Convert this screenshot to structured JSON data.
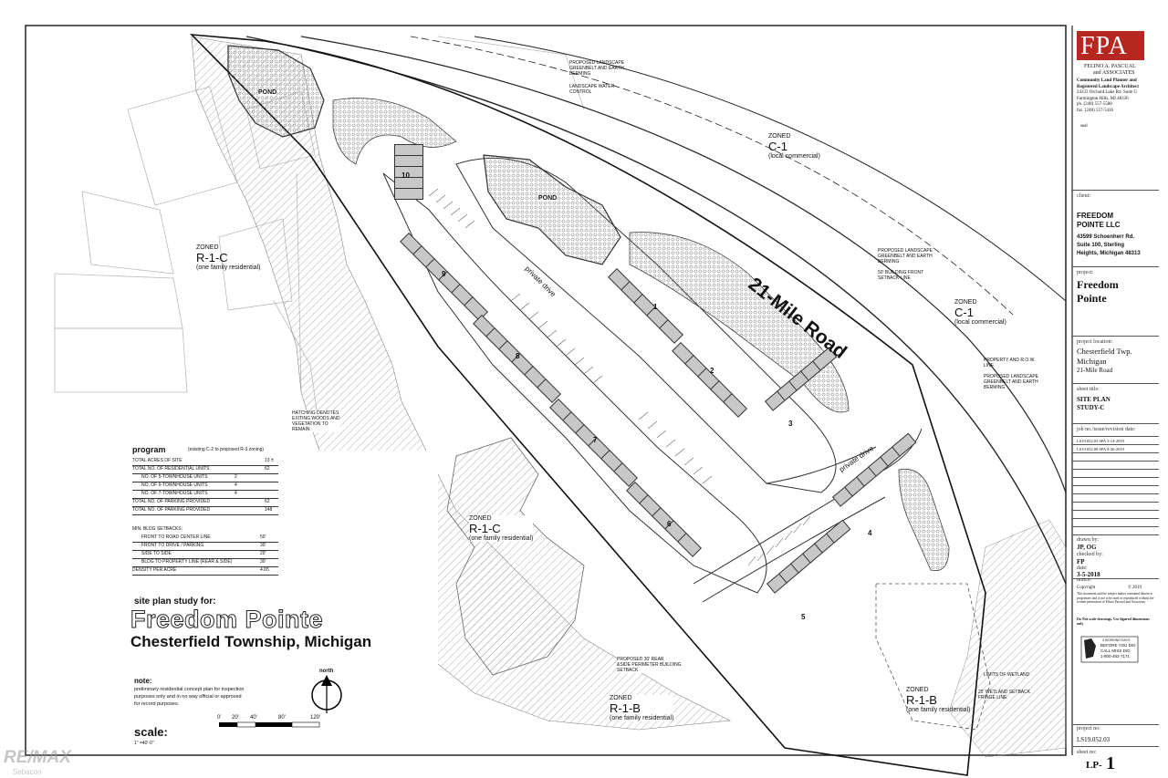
{
  "firm": {
    "logo_letters": "FPA",
    "name": "FELINO A. PASCUAL",
    "name2": "and ASSOCIATES",
    "desc1": "Community Land Planner and",
    "desc2": "Registered Landscape Architect",
    "address1": "24333 Orchard Lake Rd. Suite G",
    "address2": "Farmington Hills, MI 48336",
    "phone": "ph. (248) 557-5588",
    "fax": "fax. (248) 557-5416",
    "seal": "seal"
  },
  "client": {
    "label": "client:",
    "name": "FREEDOM",
    "name2": "POINTE LLC",
    "addr1": "43599 Schoenherr Rd.",
    "addr2": "Suite 100, Sterling",
    "addr3": "Heights, Michigan 48313"
  },
  "project": {
    "label": "project:",
    "name": "Freedom",
    "name2": "Pointe",
    "location_label": "project location:",
    "loc1": "Chesterfield Twp.",
    "loc2": "Michigan",
    "loc3": "21-Mile Road"
  },
  "sheet": {
    "title_label": "sheet title:",
    "title1": "SITE PLAN",
    "title2": "STUDY-C",
    "job_label": "job no./issue/revision date:",
    "rev1": "LS19.052.03   SPA   3-14-2019",
    "rev2": "LS19.052.08   SPA   8-26-2019",
    "drawn_label": "drawn by:",
    "drawn": "JP, OG",
    "checked_label": "checked by:",
    "checked": "FP",
    "date_label": "date:",
    "date": "3-5-2018",
    "notice_label": "notice:",
    "copyright": "Copyright",
    "copyright_year": "© 2019",
    "notice_text": "This document and the subject matter contained therein is proprietary and is not to be used or reproduced without the written permission of Felino Pascual and Associates.",
    "donot": "Do Not scale drawings. Use figured dimensions only",
    "miss_dig1": "3 WORKING DAYS",
    "miss_dig2": "BEFORE YOU DIG",
    "miss_dig3": "CALL MISS DIG",
    "miss_dig4": "1-800-482-7171",
    "project_no_label": "project no:",
    "project_no": "LS19.052.03",
    "sheet_no_label": "sheet no:",
    "sheet_no_prefix": "LP-",
    "sheet_no": "1"
  },
  "plan": {
    "road": "21-Mile Road",
    "zones": [
      {
        "id": "c1-top",
        "label": "ZONED",
        "code": "C-1",
        "desc": "(local commercial)"
      },
      {
        "id": "c1-right",
        "label": "ZONED",
        "code": "C-1",
        "desc": "(local commercial)"
      },
      {
        "id": "r1c-left",
        "label": "ZONED",
        "code": "R-1-C",
        "desc": "(one family residential)"
      },
      {
        "id": "r1c-mid",
        "label": "ZONED",
        "code": "R-1-C",
        "desc": "(one family residential)"
      },
      {
        "id": "r1b-bot",
        "label": "ZONED",
        "code": "R-1-B",
        "desc": "(one family residential)"
      },
      {
        "id": "r1b-right",
        "label": "ZONED",
        "code": "R-1-B",
        "desc": "(one family residential)"
      }
    ],
    "ponds": [
      "POND",
      "POND"
    ],
    "private_drive": "private drive",
    "buildings": [
      "1",
      "2",
      "3",
      "4",
      "5",
      "6",
      "7",
      "8",
      "9",
      "10"
    ],
    "notes": [
      {
        "id": "n1",
        "l1": "PROPOSED LANDSCAPE",
        "l2": "GREENBELT AND EARTH",
        "l3": "BERMING"
      },
      {
        "id": "n2",
        "l1": "LANDSCAPE WATER",
        "l2": "CONTROL",
        "l3": ""
      },
      {
        "id": "n3",
        "l1": "PROPOSED LANDSCAPE",
        "l2": "GREENBELT AND EARTH",
        "l3": "BERMING"
      },
      {
        "id": "n4",
        "l1": "50' BUILDING FRONT",
        "l2": "SETBACK LINE",
        "l3": ""
      },
      {
        "id": "n5",
        "l1": "PROPERTY AND R.O.W.",
        "l2": "LINE",
        "l3": ""
      },
      {
        "id": "n6",
        "l1": "PROPOSED LANDSCAPE",
        "l2": "GREENBELT AND EARTH",
        "l3": "BERMING"
      },
      {
        "id": "n7",
        "l1": "HATCHING DENOTES",
        "l2": "EXITING WOODS AND",
        "l3": "VEGETATION TO"
      },
      {
        "id": "n8",
        "l1": "PROPOSED 30' REAR",
        "l2": "&SIDE PERIMETER BUILDING",
        "l3": "SETBACK"
      },
      {
        "id": "n9",
        "l1": "LIMITS OF WETLAND",
        "l2": "",
        "l3": ""
      },
      {
        "id": "n10",
        "l1": "25' WETLAND SETBACK",
        "l2": "FRINGE LINE",
        "l3": ""
      }
    ],
    "n7_l4": "REMAIN"
  },
  "program": {
    "title": "program",
    "subtitle": "(existing C-2 to proposed R-3 zoning)",
    "rows": [
      {
        "k": "TOTAL ACRES OF SITE",
        "v": "13 ±"
      },
      {
        "k": "TOTAL NO. OF RESIDENTIAL UNITS",
        "v": "62"
      },
      {
        "k": "NO. OF 5-TOWNHOUSE UNITS",
        "v": "2"
      },
      {
        "k": "NO. OF 6-TOWNHOUSE UNITS",
        "v": "4"
      },
      {
        "k": "NO. OF 7-TOWNHOUSE UNITS",
        "v": "4"
      },
      {
        "k": "TOTAL NO. OF PARKING PROVIDED",
        "v": "62"
      },
      {
        "k": "TOTAL NO. OF PARKING PROVIDED",
        "v": "148"
      }
    ],
    "setbacks_title": "MIN. BLDG SETBACKS:",
    "setbacks": [
      {
        "k": "FRONT TO ROAD CENTER LINE",
        "v": "50'"
      },
      {
        "k": "FRONT TO DRIVE / PARKING",
        "v": "30'"
      },
      {
        "k": "SIDE TO SIDE",
        "v": "20'"
      },
      {
        "k": "BLDG TO PROPERTY LINE (REAR & SIDE)",
        "v": "30'"
      },
      {
        "k": "DENSITY PER ACRE",
        "v": "4.65"
      }
    ]
  },
  "title_block": {
    "study_for": "site plan study for:",
    "name": "Freedom Pointe",
    "location": "Chesterfield Township, Michigan",
    "note_label": "note:",
    "note1": "preliminary residential concept plan for inspection",
    "note2": "purposes only and in no way official or approved",
    "note3": "for record purposes.",
    "north": "north",
    "scale_label": "scale:",
    "scale_text": "1\" =40'-0\"",
    "scale_ticks": [
      "0'",
      "20'",
      "40'",
      "80'",
      "120'"
    ]
  },
  "watermark": {
    "brand": "RE/MAX",
    "sub": "Sebacon"
  }
}
